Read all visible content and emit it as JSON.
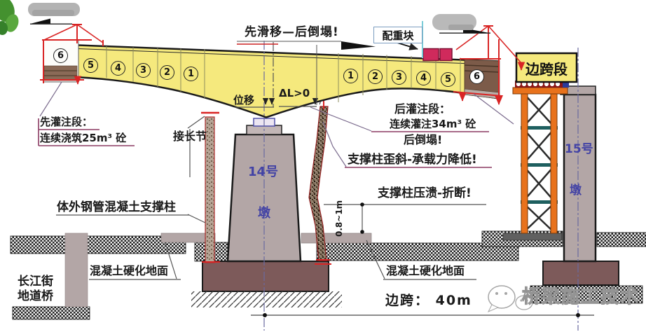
{
  "girder": {
    "segments_left": [
      "6",
      "5",
      "4",
      "3",
      "2",
      "1"
    ],
    "segments_right": [
      "1",
      "2",
      "3",
      "4",
      "5",
      "6"
    ]
  },
  "annotations": {
    "slide_note": "先滑移—后倒塌!",
    "counterweight_label": "配重块",
    "displacement_label": "位移",
    "delta_label": "ΔL>0",
    "first_pour_line1": "先灌注段：",
    "first_pour_line2": "连续浇筑25m³ 砼",
    "extension_joint_label": "接长节",
    "support_column_label": "体外钢管混凝土支撑柱",
    "later_pour_line1": "后灌注段：",
    "later_pour_line2": "连续灌注34m³ 砼",
    "later_pour_line3": "后倒塌!",
    "tilt_note": "支撑柱歪斜-承载力降低!",
    "crush_note": "支撑柱压溃-折断!",
    "height_dim": "0.8~1m",
    "ground_label_left": "混凝土硬化地面",
    "ground_label_right": "混凝土硬化地面",
    "underpass_line1": "长江街",
    "underpass_line2": "地道桥",
    "span_dim": "边跨： 40m"
  },
  "structures": {
    "pier14_line1": "14号",
    "pier14_line2": "墩",
    "pier15_line1": "15号",
    "pier15_line2": "墩",
    "side_span_label": "边跨段"
  },
  "watermark": {
    "brand": "桥梁施工技术"
  },
  "colors": {
    "girder_yellow": "#f5e97d",
    "pier_gray": "#b3a6a6",
    "footing_brown": "#7d5a5a",
    "counterweight_red": "#d02a5c",
    "truss_orange": "#e8721c",
    "accent_red": "#d92525",
    "pier_text_blue": "#4343a5"
  }
}
